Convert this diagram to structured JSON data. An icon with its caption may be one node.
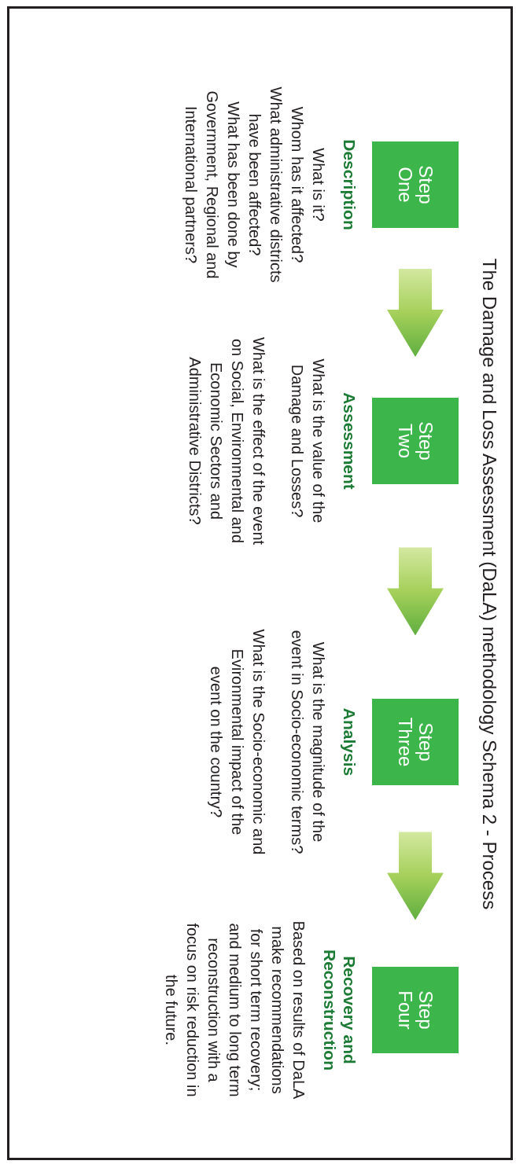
{
  "diagram": {
    "title": "The Damage and Loss Assessment (DaLA) methodology Schema 2 - Process",
    "nodes": [
      {
        "text": [
          "Step One"
        ],
        "beside": [
          "Description",
          "What is it?",
          "Whom has it affected?",
          "What administrative districts have been affected?",
          "What has been done by Government, Regional and International partners?"
        ]
      },
      {
        "text": [
          "Step Two"
        ],
        "beside": [
          "Assessment",
          "What is the value of the Damage and Losses?",
          "What is the effect of the event on Social, Environmental and Economic Sectors and Administrative Districts?"
        ]
      },
      {
        "text": [
          "Step Three"
        ],
        "beside": [
          "Analysis",
          "What is the magnitude of the event in Socio-economic terms?",
          "What is the Socio-economic and Evironmental impact of the event on the country?"
        ]
      },
      {
        "text": [
          "Step Four"
        ],
        "beside": [
          "Recovery and Reconstruction",
          "Based on results of DaLA make recommendations for short term recovery; and medium to long term reconstruction with a focus on risk reduction in the future."
        ]
      }
    ],
    "edges": [
      {
        "from": 0,
        "to": 1,
        "arrow": "to"
      },
      {
        "from": 1,
        "to": 2,
        "arrow": "to"
      },
      {
        "from": 2,
        "to": 3,
        "arrow": "to"
      }
    ]
  }
}
